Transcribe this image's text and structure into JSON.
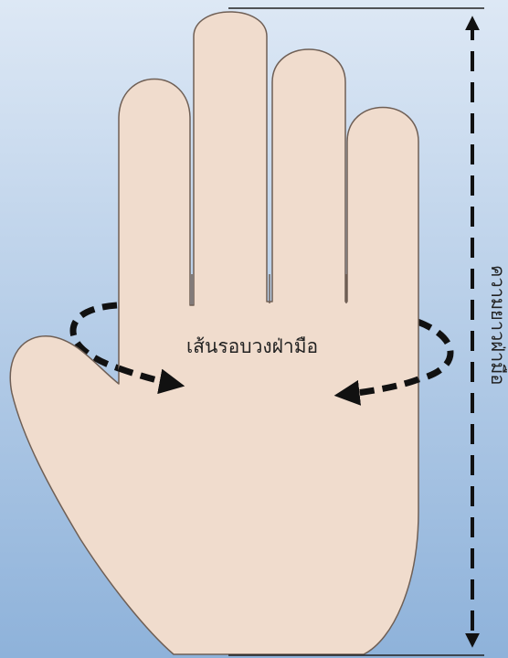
{
  "labels": {
    "palm_circumference": "เส้นรอบวงฝ่ามือ",
    "hand_length": "ความยาวฝ่ามือ"
  },
  "colors": {
    "background_top": "#dde8f5",
    "background_bottom": "#8eb2da",
    "skin": "#f0dccd",
    "outline": "#6f5f55",
    "dash": "#111111"
  },
  "icons": {
    "hand": "open-hand-palm",
    "circumference_arrows": "dashed-curved-arrows",
    "length_arrow": "dashed-double-arrow-vertical"
  }
}
